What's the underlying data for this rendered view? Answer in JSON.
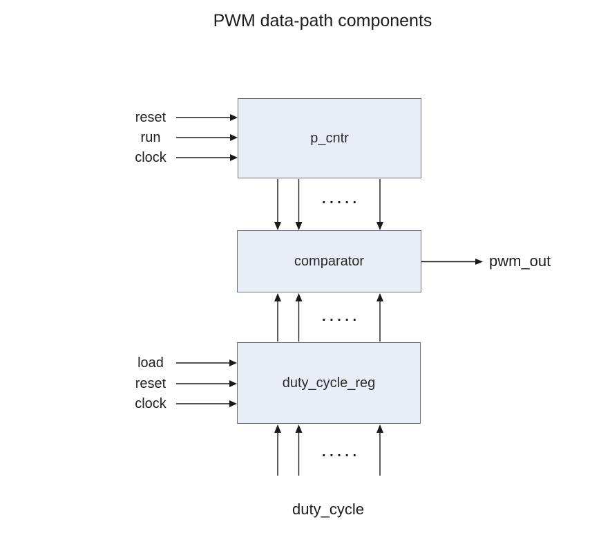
{
  "title": "PWM data-path components",
  "blocks": {
    "p_cntr": {
      "label": "p_cntr"
    },
    "comparator": {
      "label": "comparator"
    },
    "duty_cycle_reg": {
      "label": "duty_cycle_reg"
    }
  },
  "p_cntr_inputs": [
    "reset",
    "run",
    "clock"
  ],
  "duty_cycle_reg_inputs": [
    "load",
    "reset",
    "clock"
  ],
  "output_label": "pwm_out",
  "bottom_bus_label": "duty_cycle",
  "bus_ellipsis": ". . . . .",
  "colors": {
    "background": "#ffffff",
    "block_fill": "#e9edf6",
    "block_border": "#6b6f75",
    "wire": "#1a1a1a",
    "text": "#1c1c1c"
  }
}
